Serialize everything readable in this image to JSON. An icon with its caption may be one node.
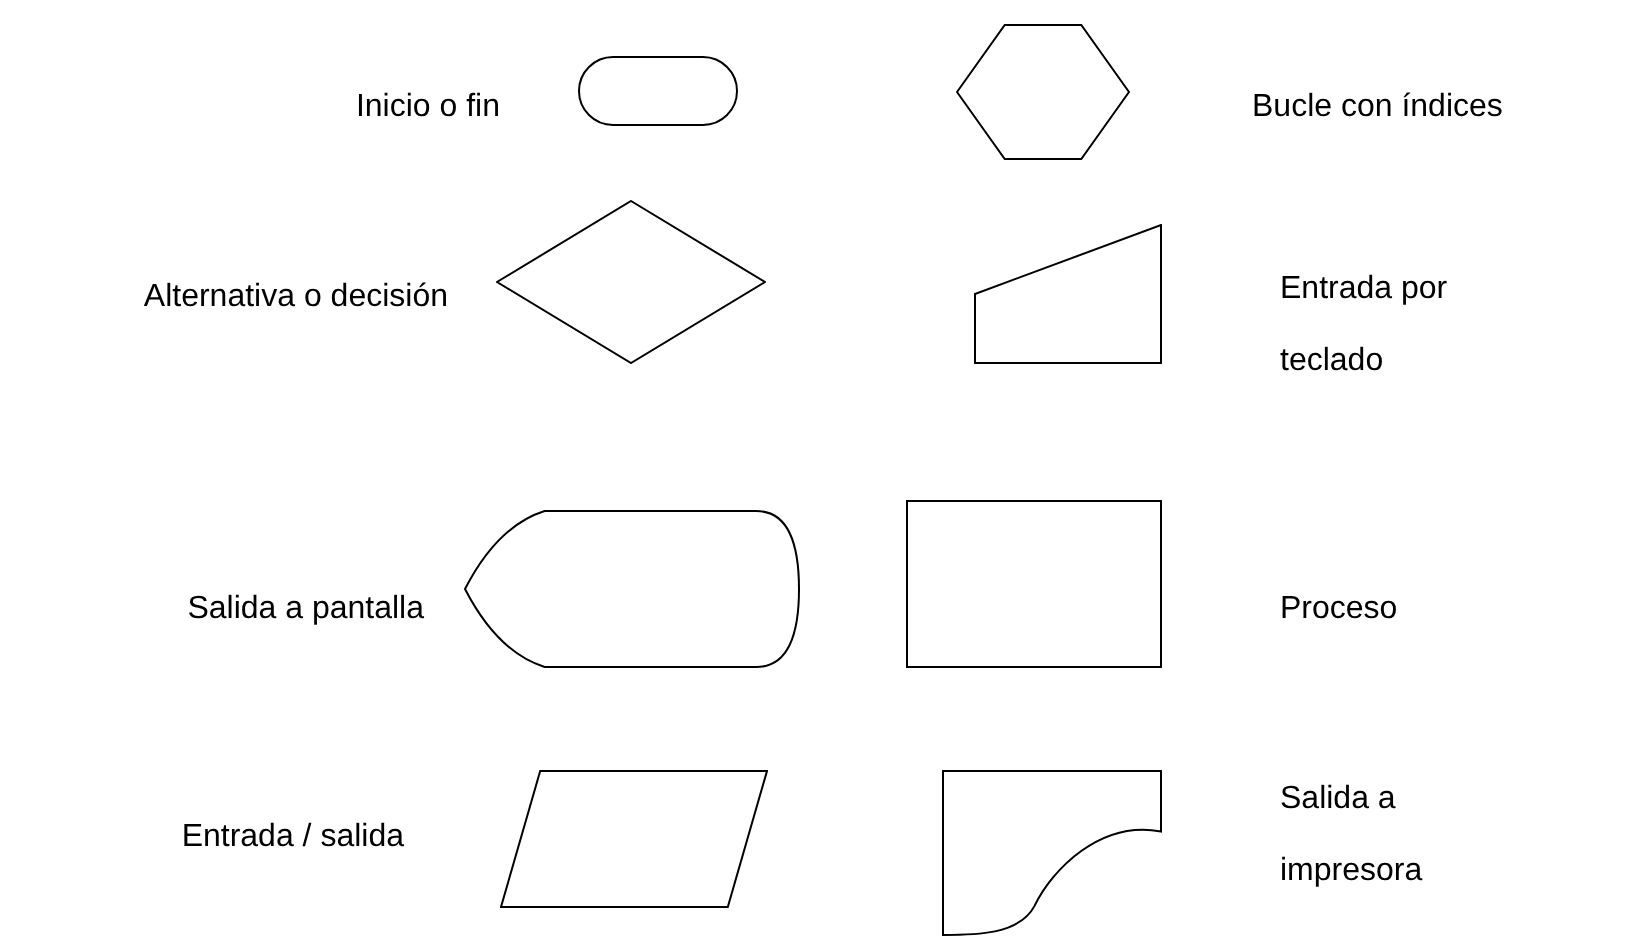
{
  "diagram": {
    "nodes": [
      {
        "text": [],
        "shape": "pill",
        "beside": [
          "Inicio o fin"
        ]
      },
      {
        "text": [],
        "shape": "hexagon",
        "beside": [
          "Bucle con índices"
        ]
      },
      {
        "text": [],
        "shape": "diamond",
        "beside": [
          "Alternativa o decisión"
        ]
      },
      {
        "text": [],
        "shape": "trapezoid",
        "beside": [
          "Entrada por teclado"
        ]
      },
      {
        "text": [],
        "shape": "display",
        "beside": [
          "Salida a pantalla"
        ]
      },
      {
        "text": [],
        "shape": "box",
        "beside": [
          "Proceso"
        ]
      },
      {
        "text": [],
        "shape": "parallelogram",
        "beside": [
          "Entrada / salida"
        ]
      },
      {
        "text": [],
        "shape": "document",
        "beside": [
          "Salida a impresora"
        ]
      }
    ]
  }
}
